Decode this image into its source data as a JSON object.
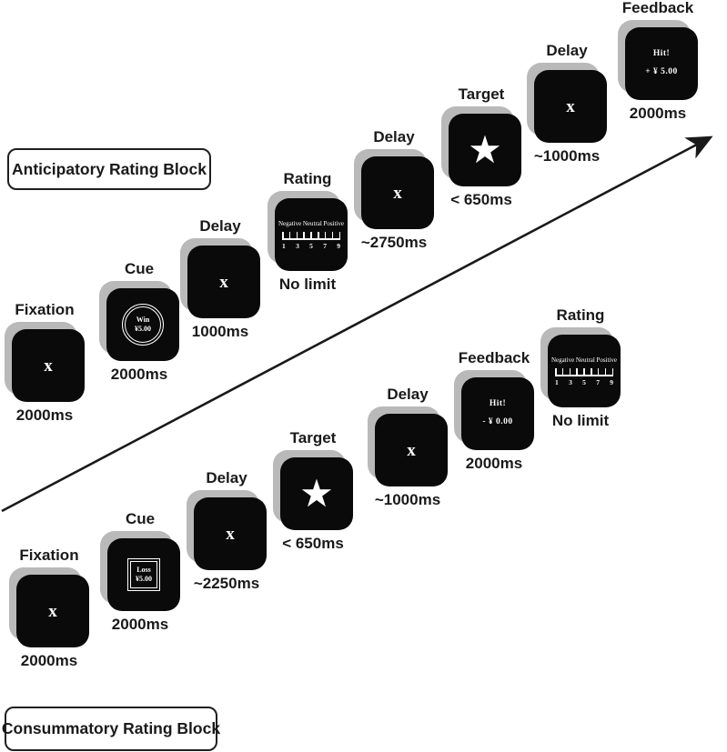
{
  "blocks": {
    "anticipatory": "Anticipatory Rating Block",
    "consummatory": "Consummatory Rating Block"
  },
  "rating_scale": {
    "anchors": [
      "Negative",
      "Neutral",
      "Positive"
    ],
    "numbers": [
      "1",
      "3",
      "5",
      "7",
      "9"
    ]
  },
  "top": [
    {
      "label": "Fixation",
      "time": "2000ms",
      "stimulus": "x"
    },
    {
      "label": "Cue",
      "time": "2000ms",
      "cue_line1": "Win",
      "cue_line2": "¥5.00"
    },
    {
      "label": "Delay",
      "time": "1000ms",
      "stimulus": "x"
    },
    {
      "label": "Rating",
      "time": "No limit"
    },
    {
      "label": "Delay",
      "time": "~2750ms",
      "stimulus": "x"
    },
    {
      "label": "Target",
      "time": "< 650ms",
      "stimulus": "★"
    },
    {
      "label": "Delay",
      "time": "~1000ms",
      "stimulus": "x"
    },
    {
      "label": "Feedback",
      "time": "2000ms",
      "fb_line1": "Hit!",
      "fb_line2": "+  ¥  5.00"
    }
  ],
  "bottom": [
    {
      "label": "Fixation",
      "time": "2000ms",
      "stimulus": "x"
    },
    {
      "label": "Cue",
      "time": "2000ms",
      "cue_line1": "Loss",
      "cue_line2": "¥5.00"
    },
    {
      "label": "Delay",
      "time": "~2250ms",
      "stimulus": "x"
    },
    {
      "label": "Target",
      "time": "< 650ms",
      "stimulus": "★"
    },
    {
      "label": "Delay",
      "time": "~1000ms",
      "stimulus": "x"
    },
    {
      "label": "Feedback",
      "time": "2000ms",
      "fb_line1": "Hit!",
      "fb_line2": "-  ¥  0.00"
    },
    {
      "label": "Rating",
      "time": "No limit"
    }
  ],
  "palette": {
    "screen_bg": "#0a0a0a",
    "screen_shadow": "#b9b9b9",
    "screen_text": "#ffffff",
    "line": "#1a1a1a"
  }
}
